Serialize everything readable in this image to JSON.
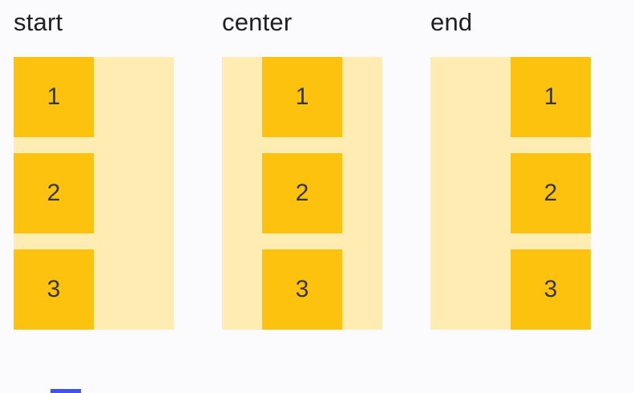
{
  "page": {
    "background": "#FBFBFE"
  },
  "palette": {
    "container_bg": "#FFECB3",
    "item_bg": "#FDC20D",
    "label_color": "#202020",
    "item_text_color": "#37352F",
    "accent_bar_color": "#4153E8",
    "page_bg": "#FBFBFE"
  },
  "examples": [
    {
      "label": "start",
      "alignment": "start",
      "items": [
        "1",
        "2",
        "3"
      ]
    },
    {
      "label": "center",
      "alignment": "center",
      "items": [
        "1",
        "2",
        "3"
      ]
    },
    {
      "label": "end",
      "alignment": "end",
      "items": [
        "1",
        "2",
        "3"
      ]
    }
  ]
}
